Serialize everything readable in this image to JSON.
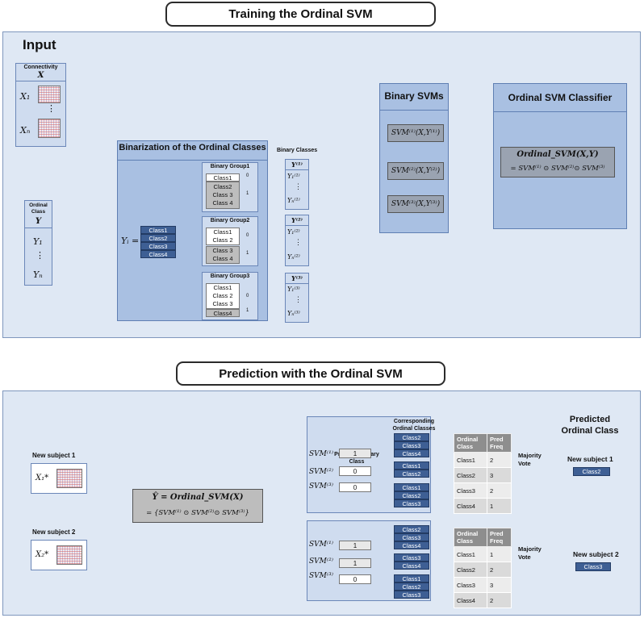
{
  "training": {
    "title": "Training the Ordinal SVM",
    "input_label": "Input",
    "connectivity_header": "Connectivity",
    "connectivity_var": "X",
    "x_first": "X₁",
    "x_dots": "⋮",
    "x_last": "Xₙ",
    "ordinal_header": "Ordinal Class",
    "ordinal_var": "Y",
    "y_first": "Y₁",
    "y_dots": "⋮",
    "y_last": "Yₙ",
    "binarization_title": "Binarization of the Ordinal Classes",
    "yi_label": "Yᵢ =",
    "classes": [
      "Class1",
      "Class2",
      "Class3",
      "Class4"
    ],
    "binary_classes_label": "Binary Classes",
    "groups": [
      {
        "title": "Binary Group1",
        "items": [
          "Class1",
          "Class2",
          "Class 3",
          "Class 4"
        ],
        "bracket0": "0",
        "bracket1": "1"
      },
      {
        "title": "Binary Group2",
        "items": [
          "Class1",
          "Class 2",
          "Class 3",
          "Class 4"
        ],
        "bracket0": "0",
        "bracket1": "1"
      },
      {
        "title": "Binary Group3",
        "items": [
          "Class1",
          "Class 2",
          "Class 3",
          "Class4"
        ],
        "bracket0": "0",
        "bracket1": "1"
      }
    ],
    "binary_vectors": [
      {
        "head": "Y⁽¹⁾",
        "first": "Y₁⁽¹⁾",
        "dots": "⋮",
        "last": "Yₙ⁽¹⁾"
      },
      {
        "head": "Y⁽²⁾",
        "first": "Y₁⁽²⁾",
        "dots": "⋮",
        "last": "Yₙ⁽²⁾"
      },
      {
        "head": "Y⁽³⁾",
        "first": "Y₁⁽³⁾",
        "dots": "⋮",
        "last": "Yₙ⁽³⁾"
      }
    ],
    "binary_svms_title": "Binary SVMs",
    "svms": [
      "SVM⁽¹⁾(X,Y⁽¹⁾)",
      "SVM⁽²⁾(X,Y⁽²⁾)",
      "SVM⁽³⁾(X,Y⁽³⁾)"
    ],
    "classifier_title": "Ordinal SVM Classifier",
    "classifier_formula_top": "Ordinal_SVM(X,Y)",
    "classifier_formula_bottom": "= SVM⁽¹⁾ ⊙ SVM⁽²⁾⊙ SVM⁽³⁾"
  },
  "prediction": {
    "title": "Prediction with the Ordinal SVM",
    "subject1_label": "New subject 1",
    "subject1_var": "X₁*",
    "subject2_label": "New subject 2",
    "subject2_var": "X₂*",
    "formula_top": "Ŷ = Ordinal_SVM(X)",
    "formula_bottom": "= {SVM⁽¹⁾ ⊙ SVM⁽²⁾⊙ SVM⁽³⁾}",
    "predicted_binary_label": "Predicted Binary Class",
    "corresponding_label": "Corresponding Ordinal Classes",
    "predicted_ordinal_label": "Predicted Ordinal Class",
    "majority_vote": "Majority Vote",
    "svm_labels": [
      "SVM⁽¹⁾",
      "SVM⁽²⁾",
      "SVM⁽³⁾"
    ],
    "subjects": [
      {
        "outputs": [
          "1",
          "0",
          "0"
        ],
        "corresponding": [
          [
            "Class2",
            "Class3",
            "Class4"
          ],
          [
            "Class1",
            "Class2"
          ],
          [
            "Class1",
            "Class2",
            "Class3"
          ]
        ],
        "table_headers": [
          "Ordinal Class",
          "Pred Freq"
        ],
        "table_rows": [
          [
            "Class1",
            "2"
          ],
          [
            "Class2",
            "3"
          ],
          [
            "Class3",
            "2"
          ],
          [
            "Class4",
            "1"
          ]
        ],
        "result_label": "New subject 1",
        "result_class": "Class2"
      },
      {
        "outputs": [
          "1",
          "1",
          "0"
        ],
        "corresponding": [
          [
            "Class2",
            "Class3",
            "Class4"
          ],
          [
            "Class3",
            "Class4"
          ],
          [
            "Class1",
            "Class2",
            "Class3"
          ]
        ],
        "table_headers": [
          "Ordinal Class",
          "Pred Freq"
        ],
        "table_rows": [
          [
            "Class1",
            "1"
          ],
          [
            "Class2",
            "2"
          ],
          [
            "Class3",
            "3"
          ],
          [
            "Class4",
            "2"
          ]
        ],
        "result_label": "New subject 2",
        "result_class": "Class3"
      }
    ]
  },
  "colors": {
    "accent": "#4472c4",
    "dark_class": "#3e5f94",
    "panel": "#dfe8f4"
  }
}
